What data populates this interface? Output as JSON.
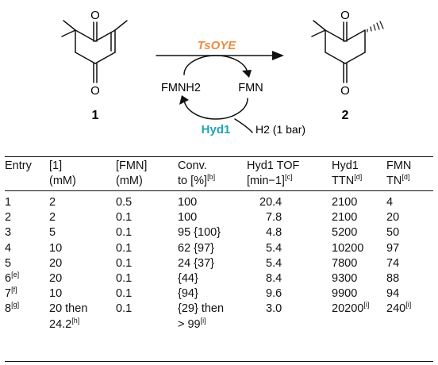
{
  "scheme": {
    "compound_left": "1",
    "compound_right": "2",
    "atom_o": "O",
    "enzyme": "TsOYE",
    "enzyme_color": "#f08a3c",
    "cofactor_reduced": "FMNH2",
    "cofactor_oxidized": "FMN",
    "hydrogenase": "Hyd1",
    "hydrogenase_color": "#23a3b5",
    "h2_label": "H2 (1 bar)"
  },
  "table": {
    "headers": [
      {
        "l1": "Entry",
        "l2": ""
      },
      {
        "l1": "[1]",
        "l2": "(mM)"
      },
      {
        "l1": "[FMN]",
        "l2": "(mM)"
      },
      {
        "l1": "Conv.",
        "l2": "to [%]",
        "sup2": "[b]"
      },
      {
        "l1": "Hyd1 TOF",
        "l2": "[min−1]",
        "sup2": "[c]"
      },
      {
        "l1": "Hyd1",
        "l2": "TTN",
        "sup2": "[d]"
      },
      {
        "l1": "FMN",
        "l2": "TN",
        "sup2": "[d]"
      }
    ],
    "rows": [
      {
        "entry": "1",
        "s": "2",
        "fmn": "0.5",
        "conv": "100",
        "tof": "20.4",
        "ttn": "2100",
        "tn": "4"
      },
      {
        "entry": "2",
        "s": "2",
        "fmn": "0.1",
        "conv": "100",
        "tof": "7.8",
        "ttn": "2100",
        "tn": "20"
      },
      {
        "entry": "3",
        "s": "5",
        "fmn": "0.1",
        "conv": "95 {100}",
        "tof": "4.8",
        "ttn": "5200",
        "tn": "50"
      },
      {
        "entry": "4",
        "s": "10",
        "fmn": "0.1",
        "conv": "62 {97}",
        "tof": "5.4",
        "ttn": "10200",
        "tn": "97"
      },
      {
        "entry": "5",
        "s": "20",
        "fmn": "0.1",
        "conv": "24 {37}",
        "tof": "5.4",
        "ttn": "7800",
        "tn": "74"
      },
      {
        "entry": "6",
        "entry_sup": "[e]",
        "s": "20",
        "fmn": "0.1",
        "conv": "{44}",
        "tof": "8.4",
        "ttn": "9300",
        "tn": "88"
      },
      {
        "entry": "7",
        "entry_sup": "[f]",
        "s": "10",
        "fmn": "0.1",
        "conv": "{94}",
        "tof": "9.6",
        "ttn": "9900",
        "tn": "94"
      },
      {
        "entry": "8",
        "entry_sup": "[g]",
        "s": "20 then",
        "s2": "24.2",
        "s2_sup": "[h]",
        "fmn": "0.1",
        "conv": "{29} then",
        "conv2": "> 99",
        "conv2_sup": "[i]",
        "tof": "3.0",
        "ttn": "20200",
        "ttn_sup": "[i]",
        "tn": "240",
        "tn_sup": "[i]"
      }
    ]
  }
}
